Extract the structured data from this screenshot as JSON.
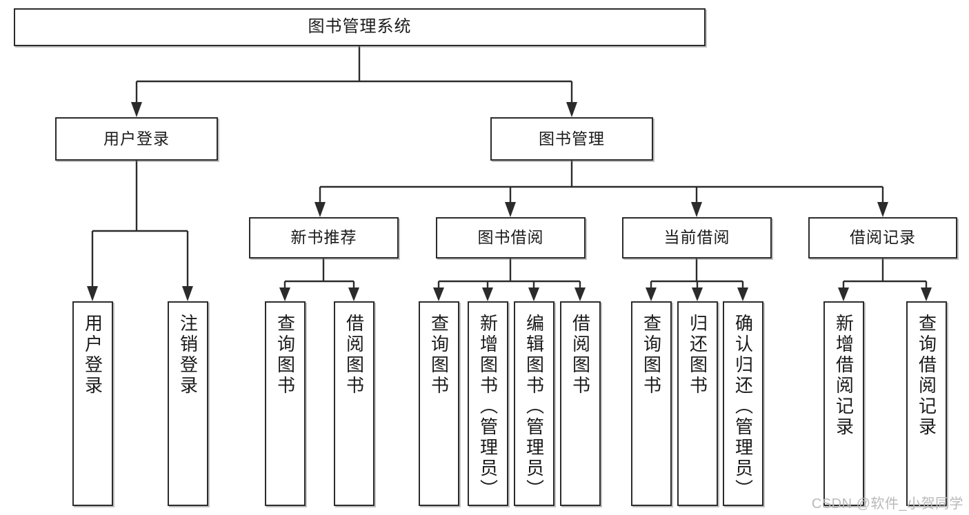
{
  "diagram": {
    "title": "图书管理系统",
    "type": "tree-hierarchy",
    "root": {
      "label": "图书管理系统"
    },
    "level2": [
      {
        "label": "用户登录"
      },
      {
        "label": "图书管理"
      }
    ],
    "level3": [
      {
        "label": "新书推荐"
      },
      {
        "label": "图书借阅"
      },
      {
        "label": "当前借阅"
      },
      {
        "label": "借阅记录"
      }
    ],
    "leaves": {
      "user_login": [
        {
          "label": "用户登录"
        },
        {
          "label": "注销登录"
        }
      ],
      "new_book_recommend": [
        {
          "label": "查询图书"
        },
        {
          "label": "借阅图书"
        }
      ],
      "book_borrow": [
        {
          "label": "查询图书"
        },
        {
          "label": "新增图书（管理员）"
        },
        {
          "label": "编辑图书（管理员）"
        },
        {
          "label": "借阅图书"
        }
      ],
      "current_borrow": [
        {
          "label": "查询图书"
        },
        {
          "label": "归还图书"
        },
        {
          "label": "确认归还（管理员）"
        }
      ],
      "borrow_record": [
        {
          "label": "新增借阅记录"
        },
        {
          "label": "查询借阅记录"
        }
      ]
    }
  },
  "watermark": {
    "text": "CSDN @软件_小贺同学"
  },
  "colors": {
    "box_border": "#2b2b2b",
    "box_fill": "#ffffff",
    "text": "#1a1a1a",
    "connector": "#2b2b2b",
    "watermark": "#b9b9b9",
    "background": "#ffffff"
  }
}
